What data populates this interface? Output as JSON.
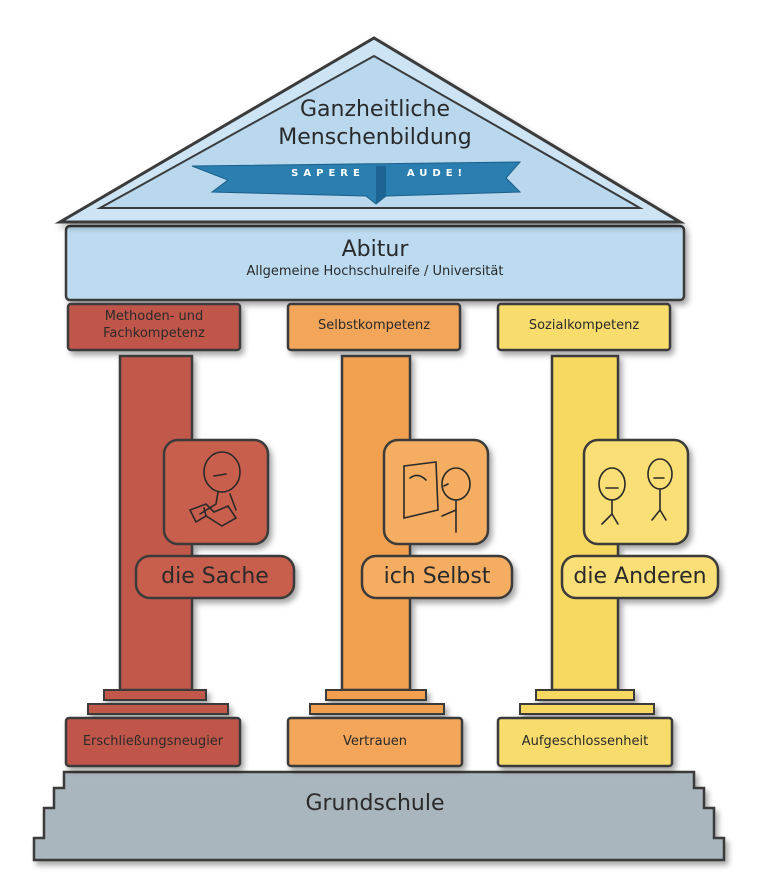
{
  "roof": {
    "title_line1": "Ganzheitliche",
    "title_line2": "Menschenbildung",
    "motto_left": "SAPERE",
    "motto_right": "AUDE!"
  },
  "entablature": {
    "title": "Abitur",
    "subtitle": "Allgemeine Hochschulreife / Universität"
  },
  "pillars": [
    {
      "capital": "Methoden- und Fachkompetenz",
      "capital_line1": "Methoden- und",
      "capital_line2": "Fachkompetenz",
      "icon": "person-reading-book-icon",
      "label": "die Sache",
      "base": "Erschließungsneugier",
      "color": "#c2594a",
      "capital_color": "#c0564a"
    },
    {
      "capital": "Selbstkompetenz",
      "icon": "person-looking-in-mirror-icon",
      "label": "ich Selbst",
      "base": "Vertrauen",
      "color": "#f0a050",
      "capital_color": "#f3a65a"
    },
    {
      "capital": "Sozialkompetenz",
      "icon": "two-people-talking-icon",
      "label": "die Anderen",
      "base": "Aufgeschlossenheit",
      "color": "#f7d860",
      "capital_color": "#f8dc6c"
    }
  ],
  "foundation": {
    "title": "Grundschule"
  },
  "colors": {
    "roof": "#b8d8ee",
    "entablature": "#bcdaf0",
    "banner": "#2b7fb0",
    "foundation": "#aab6bd",
    "outline": "#3a3a3a"
  }
}
